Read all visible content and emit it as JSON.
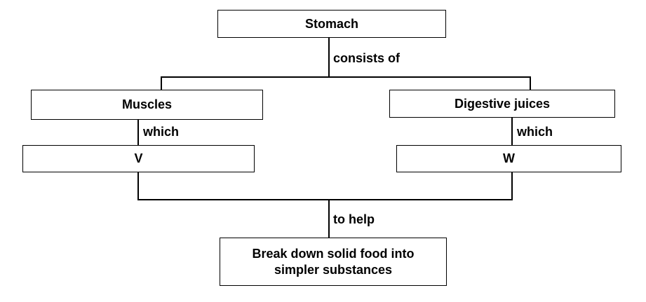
{
  "nodes": {
    "stomach": "Stomach",
    "muscles": "Muscles",
    "digestive_juices": "Digestive juices",
    "v": "V",
    "w": "W",
    "result_line1": "Break down solid food into",
    "result_line2": "simpler substances"
  },
  "edges": {
    "consists_of": "consists of",
    "which_left": "which",
    "which_right": "which",
    "to_help": "to help"
  },
  "colors": {
    "line": "#000000",
    "box_fill": "#ffffff",
    "text": "#000000"
  }
}
